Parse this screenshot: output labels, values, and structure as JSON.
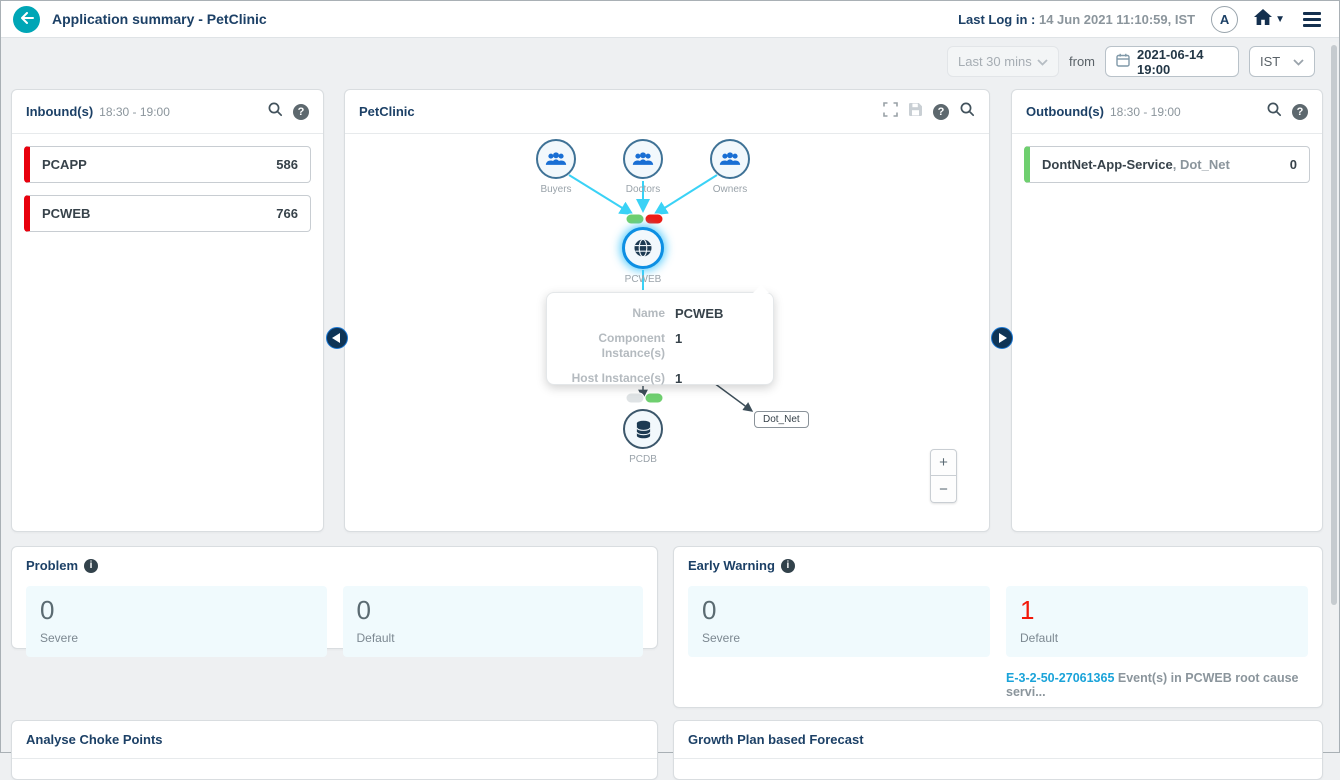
{
  "header": {
    "title": "Application summary - PetClinic",
    "last_login_label": "Last Log in :",
    "last_login_value": "14 Jun 2021 11:10:59, IST",
    "avatar_letter": "A"
  },
  "toolbar": {
    "range_selected": "Last 30 mins",
    "from_label": "from",
    "datetime_value": "2021-06-14 19:00",
    "timezone_selected": "IST"
  },
  "inbound": {
    "title": "Inbound(s)",
    "time_range": "18:30 - 19:00",
    "items": [
      {
        "name": "PCAPP",
        "value": "586",
        "status_color": "#e8000d"
      },
      {
        "name": "PCWEB",
        "value": "766",
        "status_color": "#e8000d"
      }
    ]
  },
  "outbound": {
    "title": "Outbound(s)",
    "time_range": "18:30 - 19:00",
    "items": [
      {
        "name": "DontNet-App-Service",
        "suffix": ", Dot_Net",
        "value": "0",
        "status_color": "#6fcf6f"
      }
    ]
  },
  "topology": {
    "title": "PetClinic",
    "nodes": {
      "users": [
        "Buyers",
        "Doctors",
        "Owners"
      ],
      "service": "PCWEB",
      "database": "PCDB",
      "external": "Dot_Net"
    },
    "tooltip": {
      "rows": [
        {
          "label": "Name",
          "value": "PCWEB"
        },
        {
          "label": "Component Instance(s)",
          "value": "1"
        },
        {
          "label": "Host Instance(s)",
          "value": "1"
        }
      ]
    },
    "zoom_in": "+",
    "zoom_out": "−"
  },
  "problem": {
    "title": "Problem",
    "stats": [
      {
        "value": "0",
        "label": "Severe"
      },
      {
        "value": "0",
        "label": "Default"
      }
    ]
  },
  "early_warning": {
    "title": "Early Warning",
    "stats": [
      {
        "value": "0",
        "label": "Severe"
      },
      {
        "value": "1",
        "label": "Default"
      }
    ],
    "event_link": "E-3-2-50-27061365",
    "event_text": " Event(s) in PCWEB root cause servi..."
  },
  "choke": {
    "title": "Analyse Choke Points"
  },
  "forecast": {
    "title": "Growth Plan based Forecast"
  },
  "colors": {
    "accent_teal": "#00a6b6",
    "title_navy": "#1c4066",
    "status_red": "#e8000d",
    "status_green": "#6fcf6f",
    "edge_cyan": "#3ad2f6",
    "selected_node_blue": "#0d8fe3",
    "link_blue": "#1aa3d9",
    "stat_card_bg": "#f0fafd"
  }
}
